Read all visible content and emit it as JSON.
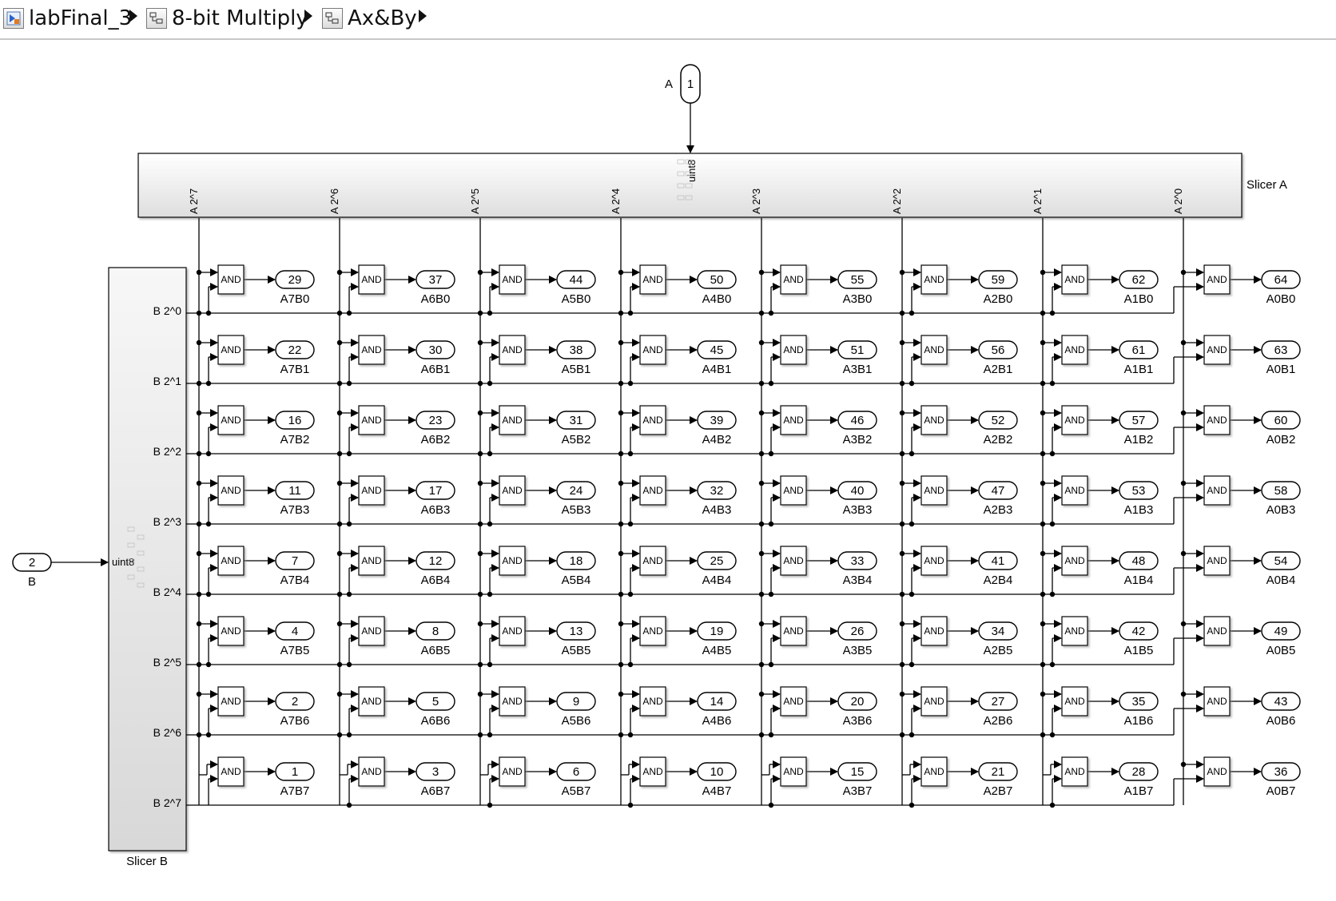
{
  "breadcrumb": {
    "items": [
      {
        "label": "labFinal_3",
        "icon": "model-icon"
      },
      {
        "label": "8-bit Multiply",
        "icon": "subsystem-icon"
      },
      {
        "label": "Ax&By",
        "icon": "subsystem-icon"
      }
    ]
  },
  "diagram": {
    "inport_a": {
      "number": "1",
      "label": "A"
    },
    "inport_b": {
      "number": "2",
      "label": "B"
    },
    "slicer_a": {
      "label": "Slicer A",
      "input_type": "uint8",
      "ports": [
        "A 2^7",
        "A 2^6",
        "A 2^5",
        "A 2^4",
        "A 2^3",
        "A 2^2",
        "A 2^1",
        "A 2^0"
      ]
    },
    "slicer_b": {
      "label": "Slicer B",
      "input_type": "uint8",
      "ports": [
        "B 2^0",
        "B 2^1",
        "B 2^2",
        "B 2^3",
        "B 2^4",
        "B 2^5",
        "B 2^6",
        "B 2^7"
      ]
    },
    "gate_label": "AND",
    "outports": [
      [
        29,
        37,
        44,
        50,
        55,
        59,
        62,
        64
      ],
      [
        22,
        30,
        38,
        45,
        51,
        56,
        61,
        63
      ],
      [
        16,
        23,
        31,
        39,
        46,
        52,
        57,
        60
      ],
      [
        11,
        17,
        24,
        32,
        40,
        47,
        53,
        58
      ],
      [
        7,
        12,
        18,
        25,
        33,
        41,
        48,
        54
      ],
      [
        4,
        8,
        13,
        19,
        26,
        34,
        42,
        49
      ],
      [
        2,
        5,
        9,
        14,
        20,
        27,
        35,
        43
      ],
      [
        1,
        3,
        6,
        10,
        15,
        21,
        28,
        36
      ]
    ],
    "outport_labels": [
      [
        "A7B0",
        "A6B0",
        "A5B0",
        "A4B0",
        "A3B0",
        "A2B0",
        "A1B0",
        "A0B0"
      ],
      [
        "A7B1",
        "A6B1",
        "A5B1",
        "A4B1",
        "A3B1",
        "A2B1",
        "A1B1",
        "A0B1"
      ],
      [
        "A7B2",
        "A6B2",
        "A5B2",
        "A4B2",
        "A3B2",
        "A2B2",
        "A1B2",
        "A0B2"
      ],
      [
        "A7B3",
        "A6B3",
        "A5B3",
        "A4B3",
        "A3B3",
        "A2B3",
        "A1B3",
        "A0B3"
      ],
      [
        "A7B4",
        "A6B4",
        "A5B4",
        "A4B4",
        "A3B4",
        "A2B4",
        "A1B4",
        "A0B4"
      ],
      [
        "A7B5",
        "A6B5",
        "A5B5",
        "A4B5",
        "A3B5",
        "A2B5",
        "A1B5",
        "A0B5"
      ],
      [
        "A7B6",
        "A6B6",
        "A5B6",
        "A4B6",
        "A3B6",
        "A2B6",
        "A1B6",
        "A0B6"
      ],
      [
        "A7B7",
        "A6B7",
        "A5B7",
        "A4B7",
        "A3B7",
        "A2B7",
        "A1B7",
        "A0B7"
      ]
    ]
  }
}
